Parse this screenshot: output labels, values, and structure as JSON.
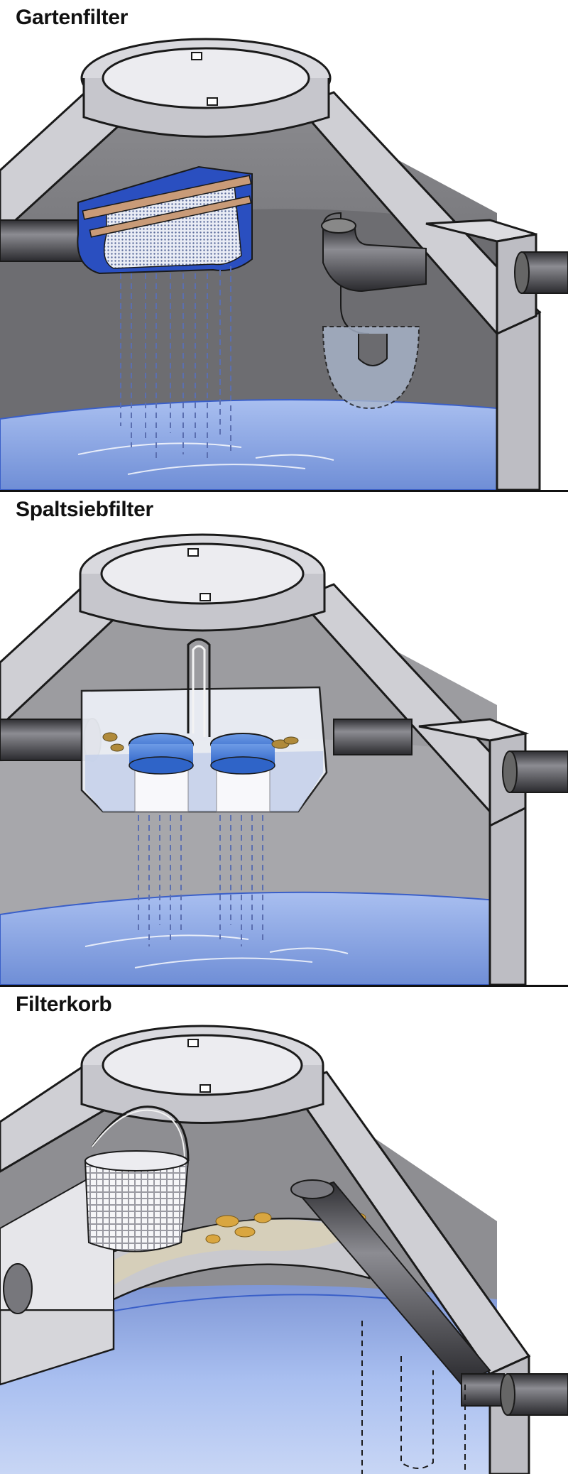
{
  "panels": [
    {
      "title": "Gartenfilter"
    },
    {
      "title": "Spaltsiebfilter"
    },
    {
      "title": "Filterkorb"
    }
  ],
  "colors": {
    "concrete": "#d6d6da",
    "concrete_shadow": "#a9a9b0",
    "interior": "#6b6b6f",
    "water": "#8ea6de",
    "pipe": "#4a4a4e",
    "filter_blue": "#2a4fc0",
    "outline": "#1a1a1a"
  }
}
